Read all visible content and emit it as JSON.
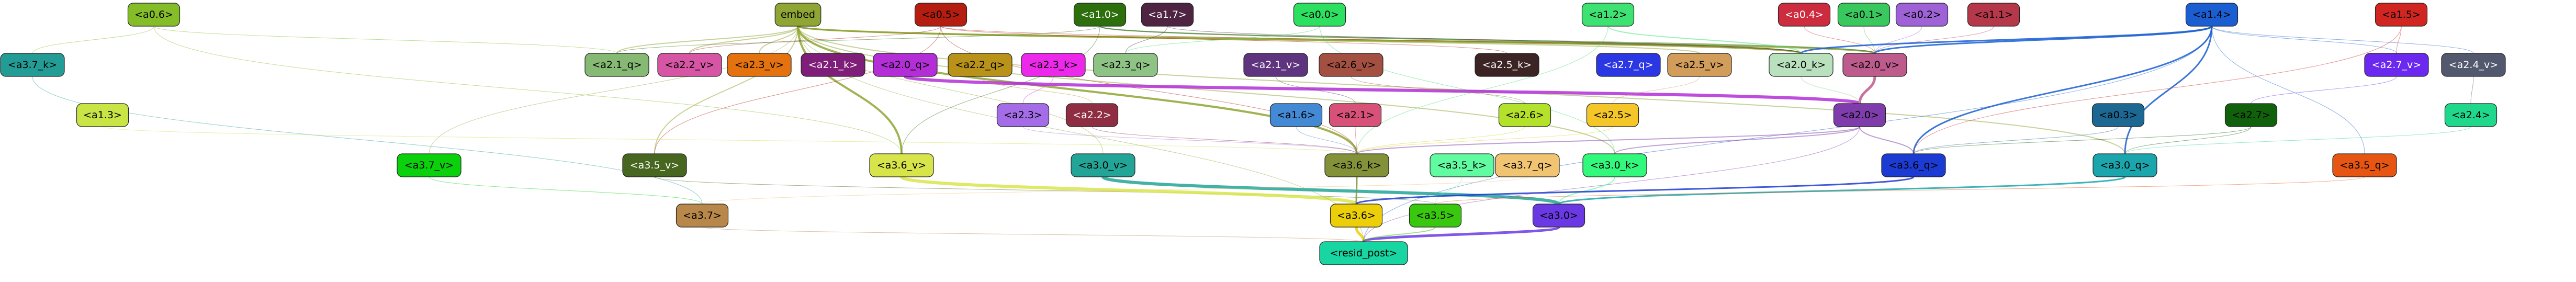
{
  "graph": {
    "nodes": [
      {
        "id": "embed",
        "label": "embed",
        "color": "#8fa634",
        "text": "#000000"
      },
      {
        "id": "a0_5",
        "label": "<a0.5>",
        "color": "#b51d10",
        "text": "#000000"
      },
      {
        "id": "a1_0",
        "label": "<a1.0>",
        "color": "#2d6f0d",
        "text": "#ffffff"
      },
      {
        "id": "a1_7",
        "label": "<a1.7>",
        "color": "#4f2442",
        "text": "#ffffff"
      },
      {
        "id": "a0_0",
        "label": "<a0.0>",
        "color": "#2ee060",
        "text": "#000000"
      },
      {
        "id": "a1_2",
        "label": "<a1.2>",
        "color": "#3ee272",
        "text": "#000000"
      },
      {
        "id": "a0_4",
        "label": "<a0.4>",
        "color": "#cd2c3e",
        "text": "#ffffff"
      },
      {
        "id": "a0_1",
        "label": "<a0.1>",
        "color": "#38c85e",
        "text": "#000000"
      },
      {
        "id": "a0_2",
        "label": "<a0.2>",
        "color": "#9e61d6",
        "text": "#000000"
      },
      {
        "id": "a1_1",
        "label": "<a1.1>",
        "color": "#b4374a",
        "text": "#000000"
      },
      {
        "id": "a1_4",
        "label": "<a1.4>",
        "color": "#1a5ed2",
        "text": "#000000"
      },
      {
        "id": "a1_5",
        "label": "<a1.5>",
        "color": "#d02521",
        "text": "#000000"
      },
      {
        "id": "a0_6",
        "label": "<a0.6>",
        "color": "#84bd28",
        "text": "#000000"
      },
      {
        "id": "a3_7_k",
        "label": "<a3.7_k>",
        "color": "#249c96",
        "text": "#000000"
      },
      {
        "id": "a2_1_q",
        "label": "<a2.1_q>",
        "color": "#86b973",
        "text": "#000000"
      },
      {
        "id": "a2_2_v",
        "label": "<a2.2_v>",
        "color": "#d656a5",
        "text": "#000000"
      },
      {
        "id": "a2_3_v",
        "label": "<a2.3_v>",
        "color": "#e4720f",
        "text": "#000000"
      },
      {
        "id": "a2_1_k",
        "label": "<a2.1_k>",
        "color": "#7e1e78",
        "text": "#ffffff"
      },
      {
        "id": "a2_0_q",
        "label": "<a2.0_q>",
        "color": "#b32ed7",
        "text": "#000000"
      },
      {
        "id": "a2_2_q",
        "label": "<a2.2_q>",
        "color": "#b99219",
        "text": "#000000"
      },
      {
        "id": "a2_3_k",
        "label": "<a2.3_k>",
        "color": "#ec28ea",
        "text": "#000000"
      },
      {
        "id": "a2_3_q",
        "label": "<a2.3_q>",
        "color": "#8fc386",
        "text": "#000000"
      },
      {
        "id": "a2_1_v",
        "label": "<a2.1_v>",
        "color": "#5e347f",
        "text": "#ffffff"
      },
      {
        "id": "a2_6_v",
        "label": "<a2.6_v>",
        "color": "#a34f41",
        "text": "#000000"
      },
      {
        "id": "a2_5_k",
        "label": "<a2.5_k>",
        "color": "#3c2425",
        "text": "#ffffff"
      },
      {
        "id": "a2_7_q",
        "label": "<a2.7_q>",
        "color": "#2b37e3",
        "text": "#ffffff"
      },
      {
        "id": "a2_5_v",
        "label": "<a2.5_v>",
        "color": "#d29c5a",
        "text": "#000000"
      },
      {
        "id": "a2_0_k",
        "label": "<a2.0_k>",
        "color": "#b9e1bd",
        "text": "#000000"
      },
      {
        "id": "a2_0_v",
        "label": "<a2.0_v>",
        "color": "#bd5c8c",
        "text": "#000000"
      },
      {
        "id": "a2_7_v",
        "label": "<a2.7_v>",
        "color": "#6b28ef",
        "text": "#ffffff"
      },
      {
        "id": "a2_4_v",
        "label": "<a2.4_v>",
        "color": "#52596f",
        "text": "#ffffff"
      },
      {
        "id": "a1_3",
        "label": "<a1.3>",
        "color": "#c9e445",
        "text": "#000000"
      },
      {
        "id": "a2_3",
        "label": "<a2.3>",
        "color": "#a46de7",
        "text": "#000000"
      },
      {
        "id": "a2_2",
        "label": "<a2.2>",
        "color": "#8f2e42",
        "text": "#ffffff"
      },
      {
        "id": "a1_6",
        "label": "<a1.6>",
        "color": "#4489d4",
        "text": "#000000"
      },
      {
        "id": "a2_1",
        "label": "<a2.1>",
        "color": "#d75178",
        "text": "#000000"
      },
      {
        "id": "a2_6",
        "label": "<a2.6>",
        "color": "#b4e129",
        "text": "#000000"
      },
      {
        "id": "a2_5",
        "label": "<a2.5>",
        "color": "#f4c628",
        "text": "#000000"
      },
      {
        "id": "a2_0",
        "label": "<a2.0>",
        "color": "#7f3dab",
        "text": "#000000"
      },
      {
        "id": "a0_3",
        "label": "<a0.3>",
        "color": "#1c6892",
        "text": "#000000"
      },
      {
        "id": "a2_7",
        "label": "<a2.7>",
        "color": "#11600c",
        "text": "#000000"
      },
      {
        "id": "a2_4",
        "label": "<a2.4>",
        "color": "#1fd88c",
        "text": "#000000"
      },
      {
        "id": "a3_7_v",
        "label": "<a3.7_v>",
        "color": "#0ad10c",
        "text": "#000000"
      },
      {
        "id": "a3_5_v",
        "label": "<a3.5_v>",
        "color": "#476620",
        "text": "#ffffff"
      },
      {
        "id": "a3_6_v",
        "label": "<a3.6_v>",
        "color": "#d8e54a",
        "text": "#000000"
      },
      {
        "id": "a3_0_v",
        "label": "<a3.0_v>",
        "color": "#22a596",
        "text": "#000000"
      },
      {
        "id": "a3_6_k",
        "label": "<a3.6_k>",
        "color": "#839139",
        "text": "#000000"
      },
      {
        "id": "a3_5_k",
        "label": "<a3.5_k>",
        "color": "#61fba1",
        "text": "#000000"
      },
      {
        "id": "a3_7_q",
        "label": "<a3.7_q>",
        "color": "#f0c471",
        "text": "#000000"
      },
      {
        "id": "a3_0_k",
        "label": "<a3.0_k>",
        "color": "#32f87c",
        "text": "#000000"
      },
      {
        "id": "a3_6_q",
        "label": "<a3.6_q>",
        "color": "#1c3bd3",
        "text": "#000000"
      },
      {
        "id": "a3_0_q",
        "label": "<a3.0_q>",
        "color": "#1aa6ac",
        "text": "#000000"
      },
      {
        "id": "a3_5_q",
        "label": "<a3.5_q>",
        "color": "#e75513",
        "text": "#000000"
      },
      {
        "id": "a3_7",
        "label": "<a3.7>",
        "color": "#b8874a",
        "text": "#000000"
      },
      {
        "id": "a3_6",
        "label": "<a3.6>",
        "color": "#eccf08",
        "text": "#000000"
      },
      {
        "id": "a3_5",
        "label": "<a3.5>",
        "color": "#38c90f",
        "text": "#000000"
      },
      {
        "id": "a3_0",
        "label": "<a3.0>",
        "color": "#6b39e4",
        "text": "#000000"
      },
      {
        "id": "resid_post",
        "label": "<resid_post>",
        "color": "#17d6a1",
        "text": "#000000"
      }
    ],
    "edges": [
      {
        "from": "embed",
        "to": "a3_6_v",
        "color": "#8fa634",
        "weight": 4
      },
      {
        "from": "embed",
        "to": "a3_6_k",
        "color": "#8fa634",
        "weight": 4
      },
      {
        "from": "embed",
        "to": "a2_0_k",
        "color": "#8fa634",
        "weight": 3
      },
      {
        "from": "embed",
        "to": "a2_0_v",
        "color": "#8fa634",
        "weight": 3
      },
      {
        "from": "embed",
        "to": "a3_0_k",
        "color": "#8fa634",
        "weight": 2
      },
      {
        "from": "embed",
        "to": "a3_5_v",
        "color": "#8fa634",
        "weight": 2
      },
      {
        "from": "embed",
        "to": "a2_1_q",
        "color": "#8fa634",
        "weight": 2
      },
      {
        "from": "embed",
        "to": "a2_2_v",
        "color": "#8fa634",
        "weight": 2
      },
      {
        "from": "embed",
        "to": "a2_3_v",
        "color": "#8fa634",
        "weight": 2
      },
      {
        "from": "embed",
        "to": "a2_5_v",
        "color": "#8fa634",
        "weight": 2
      },
      {
        "from": "embed",
        "to": "a3_0_q",
        "color": "#8fa634",
        "weight": 2
      },
      {
        "from": "embed",
        "to": "a3_7_v",
        "color": "#8fa634",
        "weight": 1
      },
      {
        "from": "embed",
        "to": "a3_0_v",
        "color": "#8fa634",
        "weight": 1
      },
      {
        "from": "a0_5",
        "to": "a2_0_k",
        "color": "#b51d10",
        "weight": 1
      },
      {
        "from": "a0_5",
        "to": "a2_2_v",
        "color": "#b51d10",
        "weight": 1
      },
      {
        "from": "a0_5",
        "to": "a3_6_k",
        "color": "#b51d10",
        "weight": 1
      },
      {
        "from": "a0_5",
        "to": "a2_5_k",
        "color": "#b51d10",
        "weight": 1
      },
      {
        "from": "a0_5",
        "to": "a3_5_v",
        "color": "#b51d10",
        "weight": 1
      },
      {
        "from": "a1_0",
        "to": "a2_0_k",
        "color": "#2d6f0d",
        "weight": 2
      },
      {
        "from": "a1_0",
        "to": "a2_0_v",
        "color": "#2d6f0d",
        "weight": 2
      },
      {
        "from": "a1_0",
        "to": "a3_6_v",
        "color": "#2d6f0d",
        "weight": 1
      },
      {
        "from": "a1_0",
        "to": "a2_1_q",
        "color": "#2d6f0d",
        "weight": 1
      },
      {
        "from": "a1_7",
        "to": "a2_0_k",
        "color": "#4f2442",
        "weight": 1
      },
      {
        "from": "a1_7",
        "to": "a2_3_q",
        "color": "#4f2442",
        "weight": 1
      },
      {
        "from": "a0_0",
        "to": "a2_3_q",
        "color": "#2ee060",
        "weight": 1
      },
      {
        "from": "a0_0",
        "to": "a3_0_k",
        "color": "#2ee060",
        "weight": 1
      },
      {
        "from": "a1_2",
        "to": "a2_0_k",
        "color": "#3ee272",
        "weight": 2
      },
      {
        "from": "a1_2",
        "to": "a3_6_k",
        "color": "#3ee272",
        "weight": 1
      },
      {
        "from": "a0_4",
        "to": "a2_0_v",
        "color": "#cd2c3e",
        "weight": 1
      },
      {
        "from": "a0_1",
        "to": "a2_0_v",
        "color": "#38c85e",
        "weight": 1
      },
      {
        "from": "a0_2",
        "to": "a2_0_v",
        "color": "#9e61d6",
        "weight": 1
      },
      {
        "from": "a1_1",
        "to": "a2_0_v",
        "color": "#b4374a",
        "weight": 1
      },
      {
        "from": "a1_4",
        "to": "a2_0_v",
        "color": "#1a5ed2",
        "weight": 3
      },
      {
        "from": "a1_4",
        "to": "a2_0_k",
        "color": "#1a5ed2",
        "weight": 3
      },
      {
        "from": "a1_4",
        "to": "a3_6_q",
        "color": "#1a5ed2",
        "weight": 3
      },
      {
        "from": "a1_4",
        "to": "a3_0_q",
        "color": "#1a5ed2",
        "weight": 3
      },
      {
        "from": "a1_4",
        "to": "a2_7_v",
        "color": "#1a5ed2",
        "weight": 1
      },
      {
        "from": "a1_4",
        "to": "a2_4_v",
        "color": "#1a5ed2",
        "weight": 1
      },
      {
        "from": "a1_4",
        "to": "a3_5_q",
        "color": "#1a5ed2",
        "weight": 1
      },
      {
        "from": "a1_4",
        "to": "resid_post",
        "color": "#1a5ed2",
        "weight": 1
      },
      {
        "from": "a1_5",
        "to": "a2_7_v",
        "color": "#d02521",
        "weight": 1
      },
      {
        "from": "a1_5",
        "to": "a3_6_q",
        "color": "#d02521",
        "weight": 1
      },
      {
        "from": "a0_6",
        "to": "a3_7_k",
        "color": "#84bd28",
        "weight": 1
      },
      {
        "from": "a0_6",
        "to": "a3_6_v",
        "color": "#84bd28",
        "weight": 1
      },
      {
        "from": "a0_6",
        "to": "a2_1_q",
        "color": "#84bd28",
        "weight": 1
      },
      {
        "from": "a3_7_k",
        "to": "a3_7",
        "color": "#249c96",
        "weight": 1
      },
      {
        "from": "a2_0_q",
        "to": "a2_0",
        "color": "#b32ed7",
        "weight": 6
      },
      {
        "from": "a2_0_v",
        "to": "a2_0",
        "color": "#bd5c8c",
        "weight": 5
      },
      {
        "from": "a2_0_k",
        "to": "a2_0",
        "color": "#b9e1bd",
        "weight": 2
      },
      {
        "from": "a2_7_v",
        "to": "a2_7",
        "color": "#6b28ef",
        "weight": 1
      },
      {
        "from": "a2_4_v",
        "to": "a2_4",
        "color": "#52596f",
        "weight": 1
      },
      {
        "from": "a2_3_k",
        "to": "a2_3",
        "color": "#ec28ea",
        "weight": 1
      },
      {
        "from": "a2_2_q",
        "to": "a2_2",
        "color": "#b99219",
        "weight": 1
      },
      {
        "from": "a2_1_v",
        "to": "a2_1",
        "color": "#5e347f",
        "weight": 1
      },
      {
        "from": "a2_6_v",
        "to": "a2_6",
        "color": "#a34f41",
        "weight": 1
      },
      {
        "from": "a2_5_v",
        "to": "a2_5",
        "color": "#d29c5a",
        "weight": 1
      },
      {
        "from": "a2_0",
        "to": "a3_6_k",
        "color": "#7f3dab",
        "weight": 2
      },
      {
        "from": "a2_0",
        "to": "a3_0_k",
        "color": "#7f3dab",
        "weight": 2
      },
      {
        "from": "a2_0",
        "to": "a3_6_q",
        "color": "#7f3dab",
        "weight": 2
      },
      {
        "from": "a2_7",
        "to": "a3_0_q",
        "color": "#11600c",
        "weight": 1
      },
      {
        "from": "a2_7",
        "to": "a3_6_q",
        "color": "#11600c",
        "weight": 1
      },
      {
        "from": "a2_3",
        "to": "a3_6_k",
        "color": "#a46de7",
        "weight": 1
      },
      {
        "from": "a2_2",
        "to": "a3_6_k",
        "color": "#8f2e42",
        "weight": 1
      },
      {
        "from": "a2_1",
        "to": "a3_6_k",
        "color": "#d75178",
        "weight": 1
      },
      {
        "from": "a1_6",
        "to": "a3_6_k",
        "color": "#4489d4",
        "weight": 1
      },
      {
        "from": "a2_6",
        "to": "a3_6_k",
        "color": "#b4e129",
        "weight": 1
      },
      {
        "from": "a2_5",
        "to": "a3_6_k",
        "color": "#f4c628",
        "weight": 1
      },
      {
        "from": "a1_3",
        "to": "a3_6_k",
        "color": "#c9e445",
        "weight": 1
      },
      {
        "from": "a0_3",
        "to": "a3_6_q",
        "color": "#1c6892",
        "weight": 1
      },
      {
        "from": "a2_4",
        "to": "a3_0_q",
        "color": "#1fd88c",
        "weight": 1
      },
      {
        "from": "a3_7_v",
        "to": "a3_7",
        "color": "#0ad10c",
        "weight": 1
      },
      {
        "from": "a3_5_v",
        "to": "a3_5",
        "color": "#476620",
        "weight": 1
      },
      {
        "from": "a3_6_v",
        "to": "a3_6",
        "color": "#d8e54a",
        "weight": 6
      },
      {
        "from": "a3_0_v",
        "to": "a3_0",
        "color": "#22a596",
        "weight": 6
      },
      {
        "from": "a3_6_k",
        "to": "a3_6",
        "color": "#839139",
        "weight": 3
      },
      {
        "from": "a3_5_k",
        "to": "a3_5",
        "color": "#61fba1",
        "weight": 1
      },
      {
        "from": "a3_7_q",
        "to": "a3_7",
        "color": "#f0c471",
        "weight": 1
      },
      {
        "from": "a3_0_k",
        "to": "a3_0",
        "color": "#32f87c",
        "weight": 2
      },
      {
        "from": "a3_6_q",
        "to": "a3_6",
        "color": "#1c3bd3",
        "weight": 3
      },
      {
        "from": "a3_0_q",
        "to": "a3_0",
        "color": "#1aa6ac",
        "weight": 3
      },
      {
        "from": "a3_5_q",
        "to": "a3_5",
        "color": "#e75513",
        "weight": 1
      },
      {
        "from": "a3_6",
        "to": "resid_post",
        "color": "#eccf08",
        "weight": 5
      },
      {
        "from": "a3_0",
        "to": "resid_post",
        "color": "#6b39e4",
        "weight": 5
      },
      {
        "from": "a3_5",
        "to": "resid_post",
        "color": "#38c90f",
        "weight": 2
      },
      {
        "from": "a3_7",
        "to": "resid_post",
        "color": "#b8874a",
        "weight": 1
      },
      {
        "from": "a2_0",
        "to": "resid_post",
        "color": "#7f3dab",
        "weight": 1
      },
      {
        "from": "embed",
        "to": "resid_post",
        "color": "#8fa634",
        "weight": 1
      }
    ]
  }
}
